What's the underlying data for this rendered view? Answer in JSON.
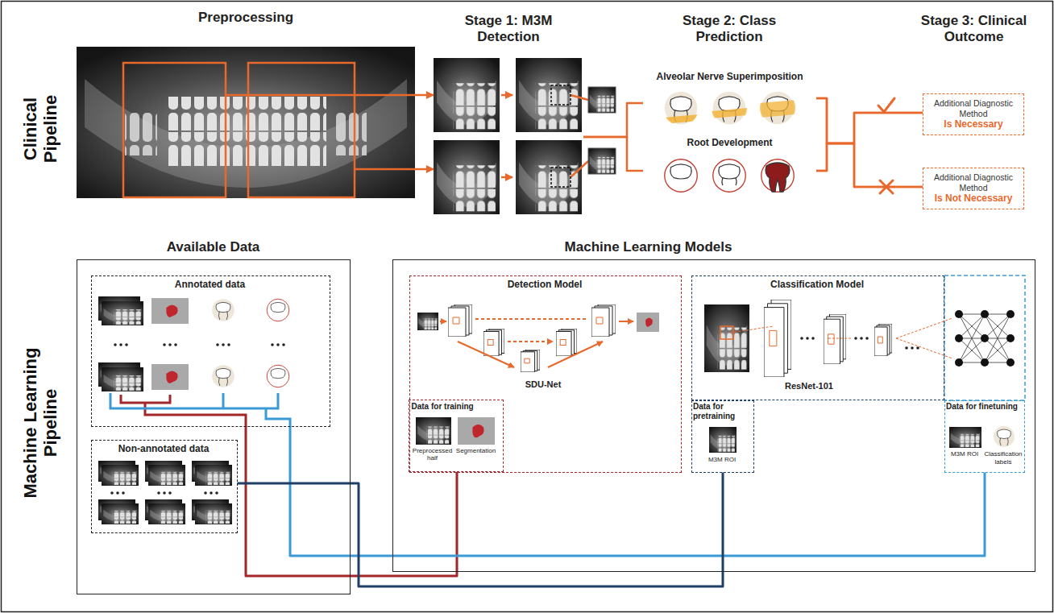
{
  "diagram": {
    "nodes": [
      {
        "text": [
          "Preprocessing"
        ]
      },
      {
        "text": [
          "Stage 1: M3M Detection"
        ]
      },
      {
        "text": [
          "Stage 2: Class Prediction"
        ]
      },
      {
        "text": [
          "Alveolar Nerve Superimposition"
        ],
        "in": 2
      },
      {
        "text": [
          "Root Development"
        ],
        "in": 2
      },
      {
        "text": [
          "Stage 3: Clinical Outcome"
        ]
      },
      {
        "text": [
          "Additional Diagnostic Method",
          "Is Necessary"
        ],
        "in": 5
      },
      {
        "text": [
          "Additional Diagnostic Method",
          "Is Not Necessary"
        ],
        "in": 5
      },
      {
        "text": [
          "Available Data"
        ]
      },
      {
        "text": [
          "Annotated data"
        ],
        "in": 8
      },
      {
        "text": [
          "Non-annotated data"
        ],
        "in": 8
      },
      {
        "text": [
          "Machine Learning Models"
        ]
      },
      {
        "text": [
          "Detection Model",
          "SDU-Net"
        ],
        "in": 11
      },
      {
        "text": [
          "Data for training",
          "Preprocessed half",
          "Segmentation"
        ],
        "in": 12
      },
      {
        "text": [
          "Classification Model",
          "ResNet-101"
        ],
        "in": 11
      },
      {
        "text": [
          "Data for pretraining",
          "M3M ROI"
        ],
        "in": 11
      },
      {
        "text": [
          "Data for finetuning",
          "M3M ROI",
          "Classification labels"
        ],
        "in": 11
      }
    ],
    "edges": [
      {
        "from": 0,
        "to": 1,
        "arrow": "to"
      },
      {
        "from": 0,
        "to": 1,
        "arrow": "to"
      },
      {
        "from": 1,
        "to": 3,
        "arrow": "none"
      },
      {
        "from": 1,
        "to": 4,
        "arrow": "none"
      },
      {
        "from": 3,
        "to": 6,
        "arrow": "none"
      },
      {
        "from": 3,
        "to": 7,
        "arrow": "none"
      },
      {
        "from": 4,
        "to": 6,
        "arrow": "none"
      },
      {
        "from": 4,
        "to": 7,
        "arrow": "none"
      },
      {
        "from": 9,
        "to": 13,
        "arrow": "none"
      },
      {
        "from": 9,
        "to": 16,
        "arrow": "none"
      },
      {
        "from": 10,
        "to": 15,
        "arrow": "none"
      }
    ],
    "labels": [
      "Clinical Pipeline",
      "Machine Learning Pipeline"
    ]
  }
}
